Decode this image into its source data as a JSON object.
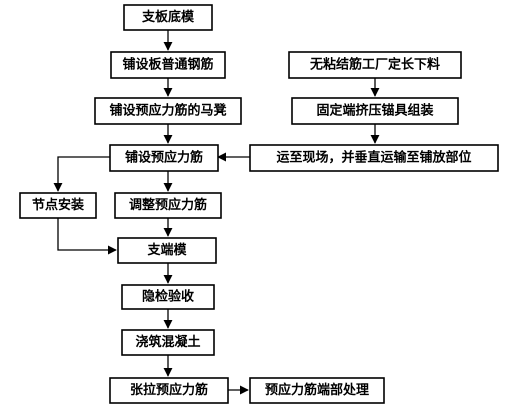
{
  "nodes": {
    "form_slab": {
      "label": "支板底模"
    },
    "rebar_slab": {
      "label": "铺设板普通钢筋"
    },
    "chairs": {
      "label": "铺设预应力筋的马凳"
    },
    "lay_tendons": {
      "label": "铺设预应力筋"
    },
    "node_install": {
      "label": "节点安装"
    },
    "adjust_tendons": {
      "label": "调整预应力筋"
    },
    "side_form": {
      "label": "支端模"
    },
    "hidden_inspect": {
      "label": "隐检验收"
    },
    "pour_concrete": {
      "label": "浇筑混凝土"
    },
    "tension": {
      "label": "张拉预应力筋"
    },
    "end_treatment": {
      "label": "预应力筋端部处理"
    },
    "factory_cut": {
      "label": "无粘结筋工厂定长下料"
    },
    "anchor_assembly": {
      "label": "固定端挤压锚具组装"
    },
    "transport": {
      "label": "运至现场，并垂直运输至铺放部位"
    }
  }
}
